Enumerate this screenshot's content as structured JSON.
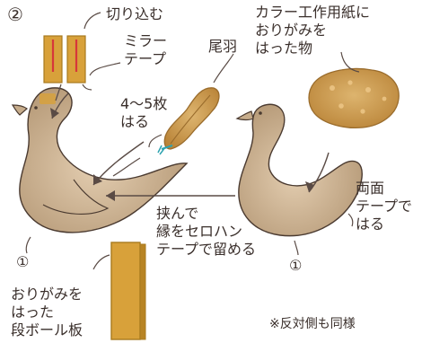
{
  "step_number": "②",
  "labels": {
    "cut_in": "切り込む",
    "mirror_tape": "ミラー\nテープ",
    "colored_paper": "カラー工作用紙に\nおりがみを\nはった物",
    "tail_feathers": "尾羽",
    "stick_count": "4〜5枚\nはる",
    "double_tape": "両面\nテープで\nはる",
    "sandwich": "挟んで\n縁をセロハン\nテープで留める",
    "cardboard": "おりがみを\nはった\n段ボール板",
    "note": "※反対側も同様"
  },
  "markers": {
    "left_body": "①",
    "right_body": "①"
  },
  "colors": {
    "body_fill": "#c7ad8c",
    "body_shade": "#a48a6c",
    "outline": "#4a3a30",
    "feather": "#c89a52",
    "feather_dark": "#9a6c2c",
    "gold": "#d8a13a",
    "gold_dark": "#a87a1e",
    "red_slit": "#d6373a",
    "teal_tip": "#2ea3b0",
    "arrow": "#5a4b45"
  }
}
